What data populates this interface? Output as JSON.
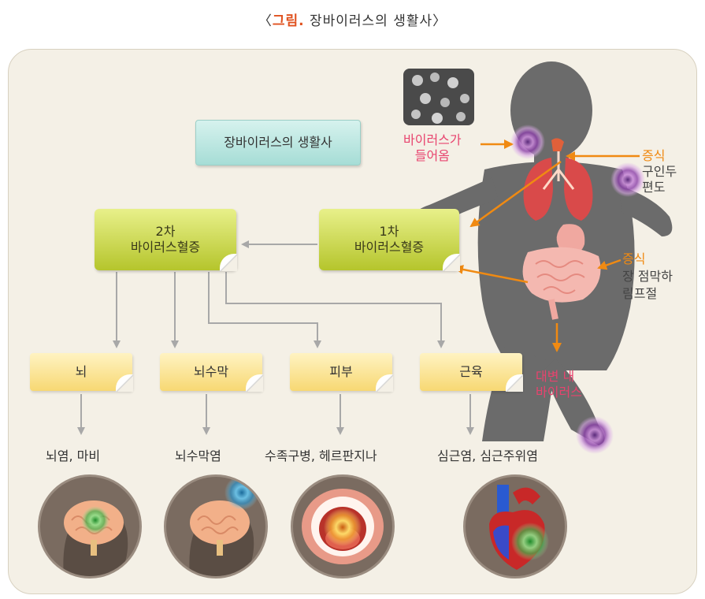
{
  "title": {
    "open": "〈",
    "highlight": "그림.",
    "rest": " 장바이러스의 생활사",
    "close": "〉"
  },
  "main_label": "장바이러스의 생활사",
  "viremia1": {
    "line1": "1차",
    "line2": "바이러스혈증"
  },
  "viremia2": {
    "line1": "2차",
    "line2": "바이러스혈증"
  },
  "organs": [
    {
      "label": "뇌"
    },
    {
      "label": "뇌수막"
    },
    {
      "label": "피부"
    },
    {
      "label": "근육"
    }
  ],
  "diseases": [
    "뇌염, 마비",
    "뇌수막염",
    "수족구병, 헤르판지나",
    "심근염, 심근주위염"
  ],
  "body": {
    "entry": {
      "line1": "바이러스가",
      "line2": "들어옴"
    },
    "throat": {
      "head": "증식",
      "line1": "구인두",
      "line2": "편도"
    },
    "gut": {
      "head": "증식",
      "line1": "장 점막하",
      "line2": "림프절"
    },
    "stool": {
      "line1": "대변 내",
      "line2": "바이러스"
    }
  },
  "colors": {
    "pink": "#e8436e",
    "orange": "#f08a12",
    "arrow_gray": "#a8a8a8",
    "silhouette": "#6b6b6b"
  }
}
